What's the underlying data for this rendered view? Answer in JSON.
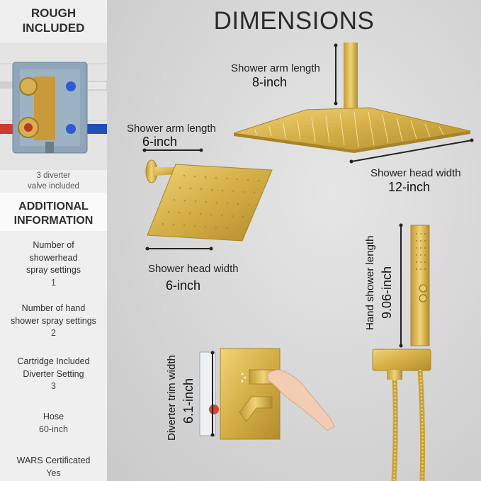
{
  "sidebar": {
    "rough_title": [
      "ROUGH",
      "INCLUDED"
    ],
    "rough_caption": [
      "3 diverter",
      "valve included"
    ],
    "additional_title": [
      "ADDITIONAL",
      "INFORMATION"
    ],
    "specs": [
      {
        "label": [
          "Number of",
          "showerhead",
          "spray settings"
        ],
        "value": "1"
      },
      {
        "label": [
          "Number of hand",
          "shower spray settings"
        ],
        "value": "2"
      },
      {
        "label": [
          "Cartridge Included",
          "Diverter Setting"
        ],
        "value": "3"
      },
      {
        "label": [
          "Hose"
        ],
        "value": "60-inch"
      },
      {
        "label": [
          "WARS Certificated"
        ],
        "value": "Yes"
      }
    ]
  },
  "main": {
    "title": "DIMENSIONS",
    "ceiling_arm": {
      "label": "Shower arm length",
      "value": "8-inch"
    },
    "ceiling_head": {
      "label": "Shower head width",
      "value": "12-inch"
    },
    "wall_arm": {
      "label": "Shower arm length",
      "value": "6-inch"
    },
    "wall_head": {
      "label": "Shower head width",
      "value": "6-inch"
    },
    "hand_shower": {
      "label": "Hand shower length",
      "value": "9.06-inch"
    },
    "diverter": {
      "label": "Diverter trim width",
      "value": "6.1-inch"
    }
  },
  "colors": {
    "gold": "#d9b64a",
    "gold_dark": "#b08d2c",
    "sidebar_bg": "#efefef"
  }
}
